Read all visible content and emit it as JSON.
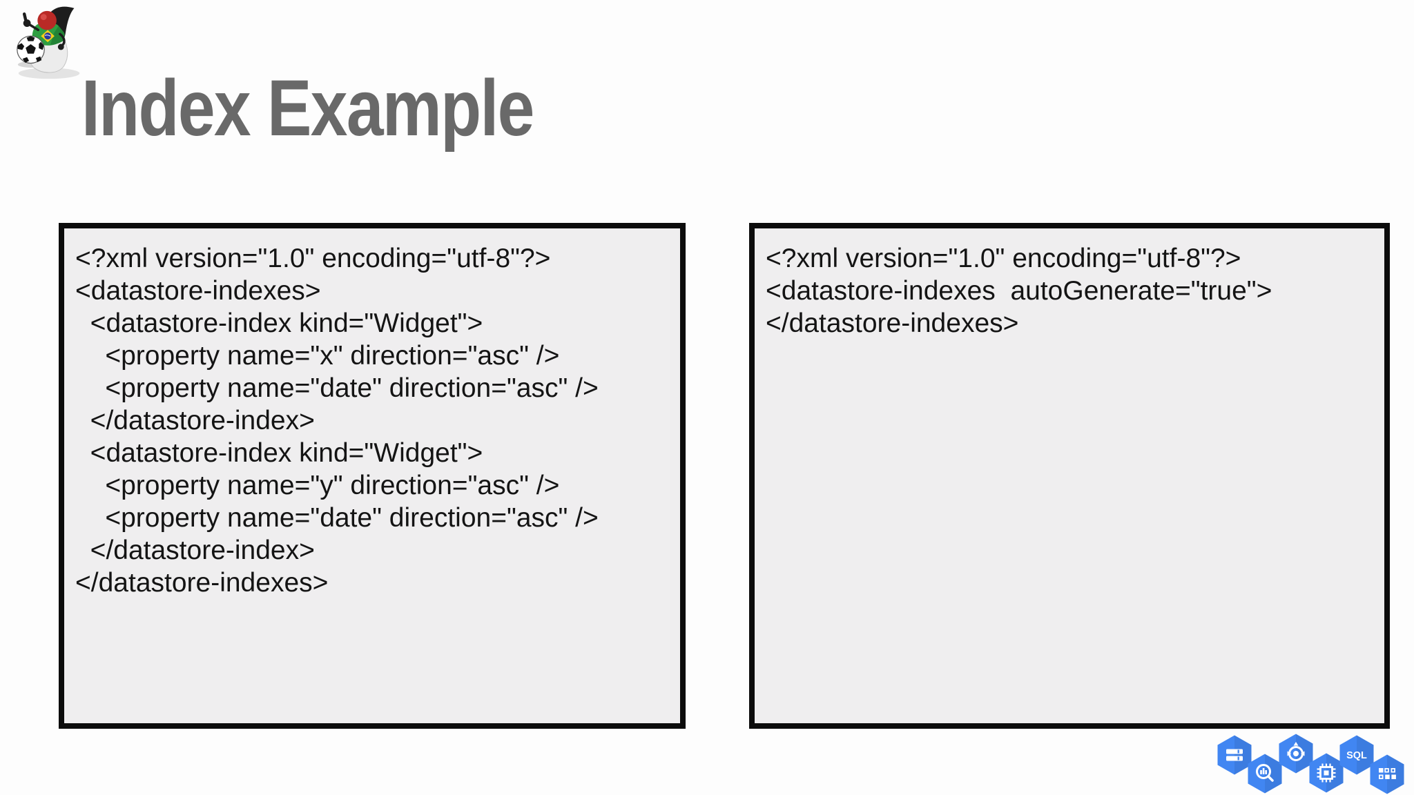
{
  "slide": {
    "title": "Index Example"
  },
  "logo": {
    "name": "java-duke-brazil-soccer-mascot"
  },
  "code_boxes": [
    {
      "name": "manual-index-configuration",
      "lines": [
        "<?xml version=\"1.0\" encoding=\"utf-8\"?>",
        "<datastore-indexes>",
        "  <datastore-index kind=\"Widget\">",
        "    <property name=\"x\" direction=\"asc\" />",
        "    <property name=\"date\" direction=\"asc\" />",
        "  </datastore-index>",
        "  <datastore-index kind=\"Widget\">",
        "    <property name=\"y\" direction=\"asc\" />",
        "    <property name=\"date\" direction=\"asc\" />",
        "  </datastore-index>",
        "</datastore-indexes>"
      ]
    },
    {
      "name": "auto-generate-configuration",
      "lines": [
        "<?xml version=\"1.0\" encoding=\"utf-8\"?>",
        "<datastore-indexes  autoGenerate=\"true\">",
        "</datastore-indexes>"
      ]
    }
  ],
  "footer_icons": [
    {
      "name": "cloud-storage-icon"
    },
    {
      "name": "bigquery-icon"
    },
    {
      "name": "cloud-datastore-icon"
    },
    {
      "name": "compute-engine-icon"
    },
    {
      "name": "cloud-sql-icon",
      "label": "SQL"
    },
    {
      "name": "app-modules-icon"
    }
  ],
  "colors": {
    "hexagon_blue": "#4186f2",
    "box_background": "#efeeef",
    "box_border": "#0c0c0c",
    "title_gray": "#696969",
    "code_text": "#141414"
  }
}
